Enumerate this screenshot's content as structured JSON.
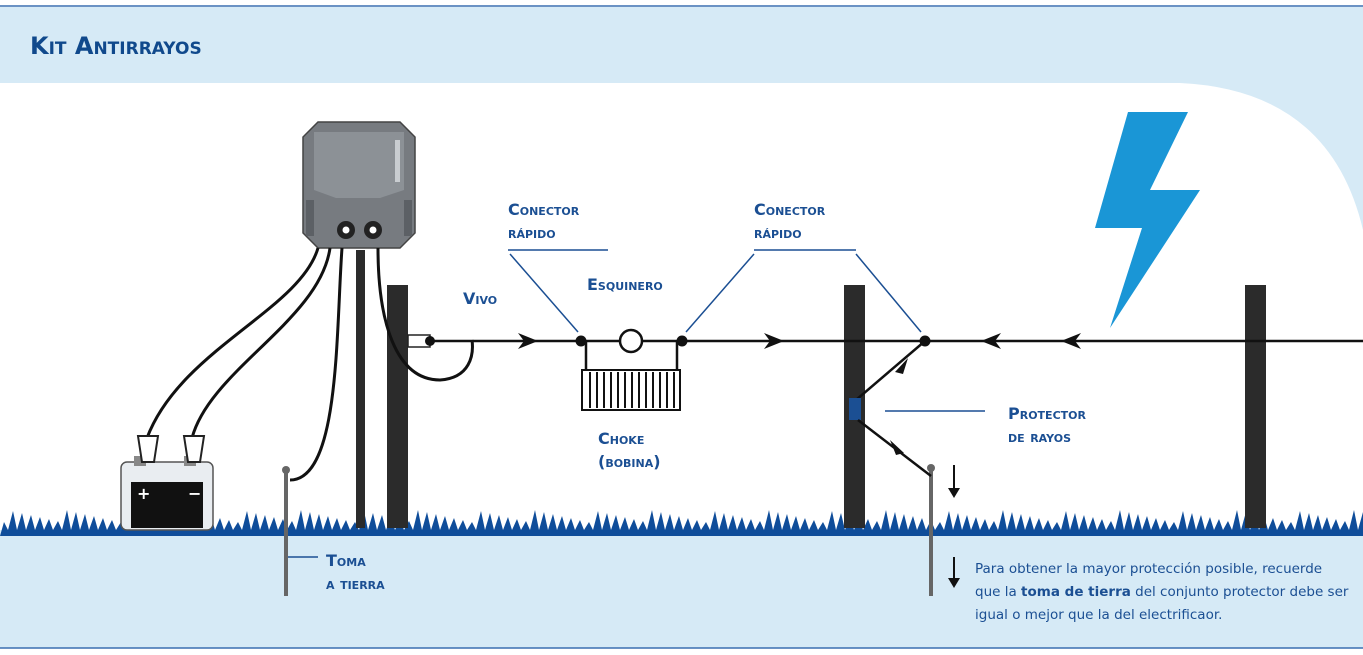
{
  "title": "Kit Antirrayos",
  "labels": {
    "conector_1": [
      "Conector",
      "rápido"
    ],
    "conector_2": [
      "Conector",
      "rápido"
    ],
    "vivo": "Vivo",
    "esquinero": "Esquinero",
    "choke": [
      "Choke",
      "(bobina)"
    ],
    "protector": [
      "Protector",
      "de rayos"
    ],
    "toma": [
      "Toma",
      "a tierra"
    ]
  },
  "note": {
    "line1": "Para obtener la mayor protección posible, recuerde",
    "line2_prefix": "que la ",
    "line2_bold": "toma de tierra",
    "line2_suffix": " del conjunto protector debe ser",
    "line3": "igual o mejor que la del electrificaor."
  },
  "colors": {
    "sky": "#d6eaf6",
    "label_blue": "#1b4f93",
    "grass": "#0f4d9a",
    "bolt": "#1a96d6",
    "wire": "#111111",
    "post": "#2b2b2b"
  }
}
